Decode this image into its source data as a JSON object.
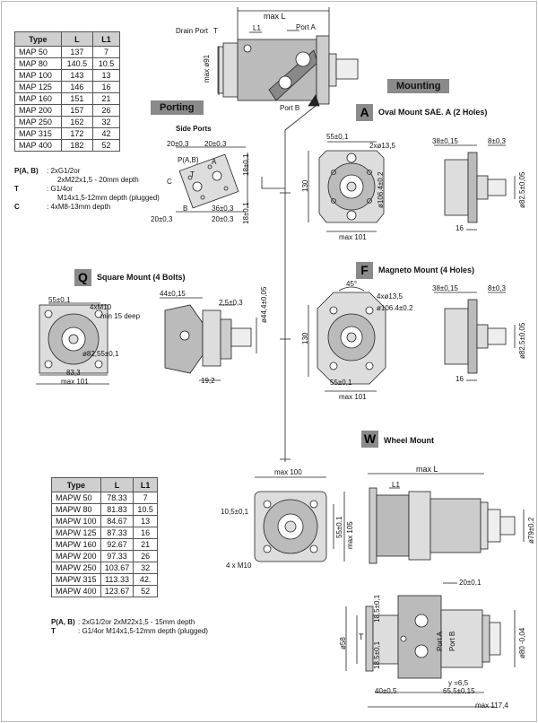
{
  "map_table": {
    "headers": [
      "Type",
      "L",
      "L1"
    ],
    "rows": [
      [
        "MAP 50",
        "137",
        "7"
      ],
      [
        "MAP 80",
        "140.5",
        "10.5"
      ],
      [
        "MAP 100",
        "143",
        "13"
      ],
      [
        "MAP 125",
        "146",
        "16"
      ],
      [
        "MAP 160",
        "151",
        "21"
      ],
      [
        "MAP 200",
        "157",
        "26"
      ],
      [
        "MAP 250",
        "162",
        "32"
      ],
      [
        "MAP 315",
        "172",
        "42"
      ],
      [
        "MAP 400",
        "182",
        "52"
      ]
    ]
  },
  "mapw_table": {
    "headers": [
      "Type",
      "L",
      "L1"
    ],
    "rows": [
      [
        "MAPW 50",
        "78.33",
        "7"
      ],
      [
        "MAPW 80",
        "81.83",
        "10.5"
      ],
      [
        "MAPW 100",
        "84.67",
        "13"
      ],
      [
        "MAPW 125",
        "87.33",
        "16"
      ],
      [
        "MAPW 160",
        "92.67",
        "21"
      ],
      [
        "MAPW 200",
        "97.33",
        "26"
      ],
      [
        "MAPW 250",
        "103.67",
        "32"
      ],
      [
        "MAPW 315",
        "113.33",
        "42."
      ],
      [
        "MAPW 400",
        "123.67",
        "52"
      ]
    ]
  },
  "port_notes": {
    "pab_key": "P(A, B)",
    "pab_line1": ": 2xG1/2or",
    "pab_line2": "2xM22x1,5 - 20mm depth",
    "t_key": "T",
    "t_line1": ": G1/4or",
    "t_line2": "M14x1,5-12mm depth (plugged)",
    "c_key": "C",
    "c_line1": ": 4xM8-13mm depth"
  },
  "wheel_notes": {
    "pab_key": "P(A, B)",
    "pab_text": ": 2xG1/2or 2xM22x1,5 - 15mm depth",
    "t_key": "T",
    "t_text": ": G1/4or M14x1,5-12mm depth (plugged)"
  },
  "sections": {
    "porting": "Porting",
    "side_ports": "Side Ports",
    "mounting": "Mounting",
    "a_letter": "A",
    "a_title": "Oval Mount SAE. A (2 Holes)",
    "q_letter": "Q",
    "q_title": "Square Mount (4 Bolts)",
    "f_letter": "F",
    "f_title": "Magneto Mount (4 Holes)",
    "w_letter": "W",
    "w_title": "Wheel Mount"
  },
  "top_view": {
    "max_l": "max L",
    "l1": "L1",
    "drain_port": "Drain Port",
    "t": "T",
    "port_a": "Port A",
    "port_b": "Port B",
    "max91": "max ø91"
  },
  "porting_dims": {
    "d20a": "20±0,3",
    "d20b": "20±0,3",
    "d18a": "18±0,1",
    "d18b": "18±0,1",
    "pinlet": "P(A,B)",
    "a": "A",
    "b": "B",
    "c": "C",
    "t": "T",
    "d36": "36±0,3",
    "d20c": "20±0,3",
    "d20d": "20±0,3"
  },
  "a_dims": {
    "d55": "55±0,1",
    "holes": "2xø13,5",
    "d106": "ø106.4±0.2",
    "d130": "130",
    "max101": "max 101",
    "d38": "38±0,15",
    "d8": "8±0,3",
    "d82": "ø82,5±0,05",
    "d16": "16"
  },
  "q_dims": {
    "d55": "55±0,1",
    "m10": "4xM10",
    "min15": "min 15 deep",
    "d82": "ø82,55±0,1",
    "d833": "83,3",
    "max101": "max 101",
    "d44": "44±0,15",
    "d25": "2,5±0,3",
    "d444": "ø44,4±0,05",
    "d192": "19,2"
  },
  "f_dims": {
    "d45": "45°",
    "holes": "4xø13,5",
    "d106": "ø106.4±0.2",
    "d130": "130",
    "d55": "55±0,1",
    "max101": "max 101",
    "d38": "38±0,15",
    "d8": "8±0,3",
    "d82": "ø82,5±0,05",
    "d16": "16"
  },
  "w_dims": {
    "max100": "max 100",
    "d105": "10,5±0,1",
    "d55": "55±0,1",
    "max105": "max 105",
    "m10": "4 x M10",
    "max_l": "max L",
    "l1": "L1",
    "d79": "ø79±0,2",
    "d20": "20±0,1",
    "d185a": "18,5±0,1",
    "d185b": "18,5±0,1",
    "d58": "ø58",
    "t": "T",
    "port_a": "Port A",
    "port_b": "Port B",
    "d80": "ø80 -0,04",
    "d405": "40±0,5",
    "d655": "65,5±0,15",
    "max1174": "max 117,4",
    "y65": "y =6,5"
  }
}
